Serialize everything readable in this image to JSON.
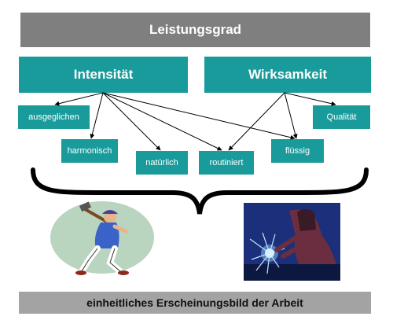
{
  "top": {
    "label": "Leistungsgrad"
  },
  "primary": [
    {
      "key": "intensitaet",
      "label": "Intensität"
    },
    {
      "key": "wirksamkeit",
      "label": "Wirksamkeit"
    }
  ],
  "secondary": [
    {
      "key": "ausgeglichen",
      "label": "ausgeglichen"
    },
    {
      "key": "harmonisch",
      "label": "harmonisch"
    },
    {
      "key": "natuerlich",
      "label": "natürlich"
    },
    {
      "key": "routiniert",
      "label": "routiniert"
    },
    {
      "key": "fluessig",
      "label": "flüssig"
    },
    {
      "key": "qualitaet",
      "label": "Qualität"
    }
  ],
  "bottom": {
    "label": "einheitliches Erscheinungsbild der Arbeit"
  },
  "colors": {
    "header_gray": "#7f7f7f",
    "teal": "#1a9b9b",
    "footer_gray": "#a3a3a3"
  },
  "illustrations": [
    "hammering-worker-illustration",
    "welder-illustration"
  ]
}
